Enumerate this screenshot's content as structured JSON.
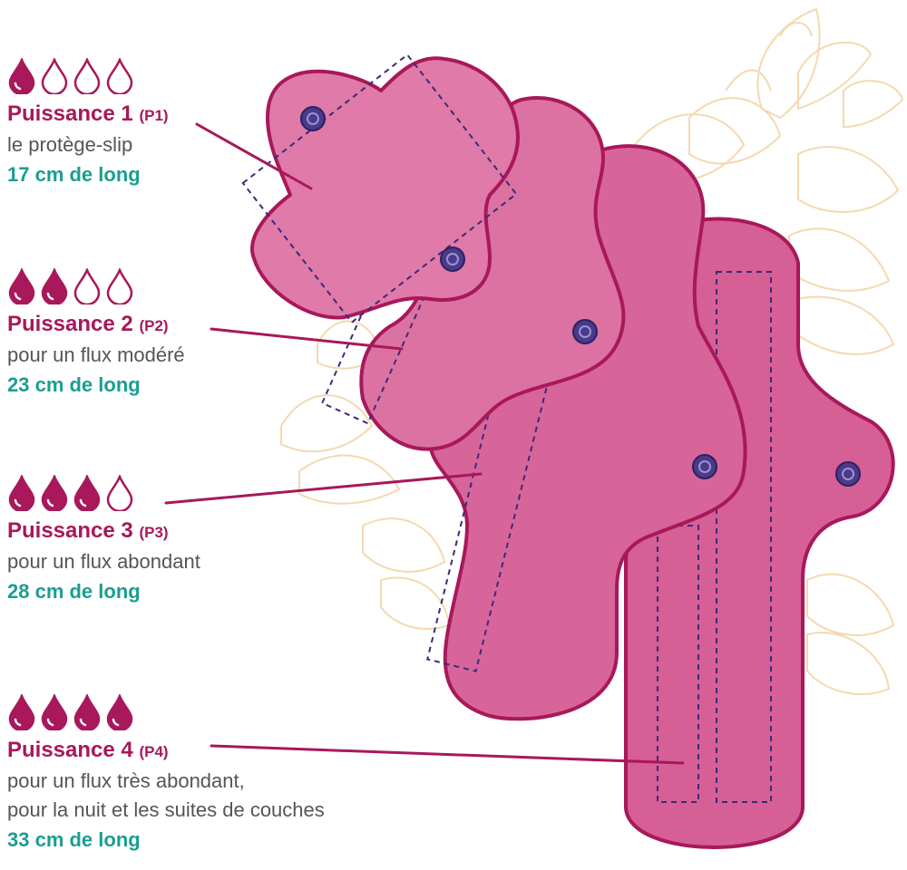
{
  "colors": {
    "accent": "#a8185a",
    "length": "#1a9e92",
    "text": "#555555",
    "pad_p1": "#e07aa8",
    "pad_p2": "#dc72a1",
    "pad_p3": "#d8659a",
    "pad_p4": "#d65f95",
    "outline": "#a8185a",
    "stitch": "#3c2a7a",
    "snap": "#4a3a8a",
    "flowers": "#f4d9b0"
  },
  "levels": [
    {
      "filled": 1,
      "title": "Puissance 1",
      "code": "(P1)",
      "desc": [
        "le protège-slip"
      ],
      "length": "17 cm de long"
    },
    {
      "filled": 2,
      "title": "Puissance 2",
      "code": "(P2)",
      "desc": [
        "pour un flux modéré"
      ],
      "length": "23 cm de long"
    },
    {
      "filled": 3,
      "title": "Puissance 3",
      "code": "(P3)",
      "desc": [
        "pour un flux abondant"
      ],
      "length": "28 cm de long"
    },
    {
      "filled": 4,
      "title": "Puissance 4",
      "code": "(P4)",
      "desc": [
        "pour un flux très abondant,",
        "pour la nuit et les suites de couches"
      ],
      "length": "33 cm de long"
    }
  ],
  "icons": {
    "drop": "water-drop-icon",
    "snap": "snap-button-icon"
  }
}
